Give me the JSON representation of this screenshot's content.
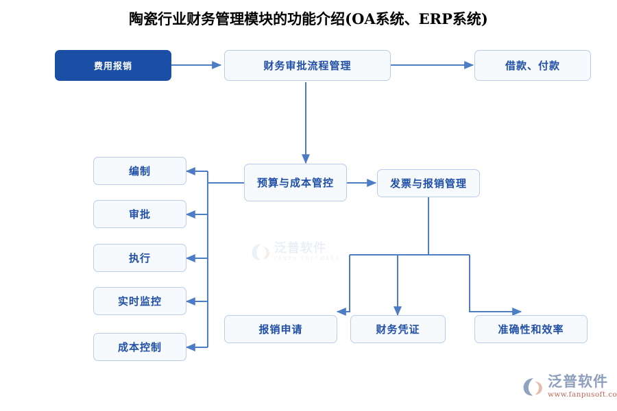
{
  "title": "陶瓷行业财务管理模块的功能介绍(OA系统、ERP系统)",
  "colors": {
    "primary_fill": "#1b4ea5",
    "node_border": "#b9cde8",
    "node_fill": "#f7fafd",
    "text_blue": "#1f4fa6",
    "wire": "#4d7cc7",
    "title_text": "#000000"
  },
  "nodes": {
    "expense_reimbursement": "费用报销",
    "finance_approval_process": "财务审批流程管理",
    "loan_payment": "借款、付款",
    "budget_cost_control": "预算与成本管控",
    "invoice_reimbursement_mgmt": "发票与报销管理",
    "compile": "编制",
    "approve": "审批",
    "execute": "执行",
    "realtime_monitor": "实时监控",
    "cost_control": "成本控制",
    "reimbursement_request": "报销申请",
    "financial_voucher": "财务凭证",
    "accuracy_efficiency": "准确性和效率"
  },
  "watermark_center": {
    "cn": "泛普软件",
    "en": "FANPU SOFTWARE"
  },
  "watermark_corner": {
    "cn": "泛普软件",
    "url": "www.fanpusoft.com"
  }
}
